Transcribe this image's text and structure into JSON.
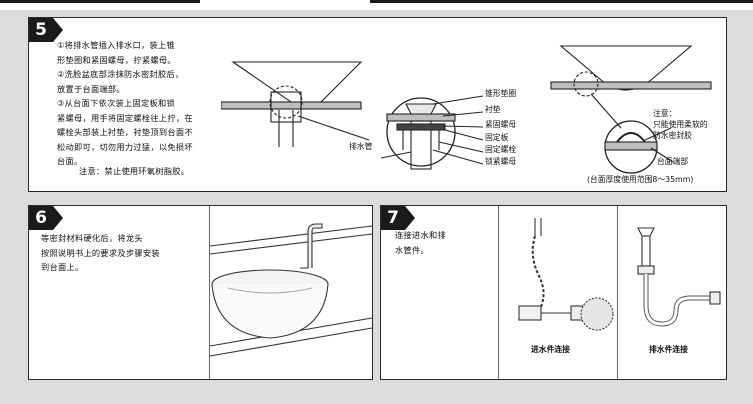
{
  "step5": {
    "number": "5",
    "instructions": "①将排水管插入排水口，装上锥\n形垫圈和紧固螺母，拧紧螺母。\n②洗脸盆底部涂抹防水密封胶后，\n放置于台面端部。\n③从台面下依次装上固定板和锁\n紧螺母，用手将固定螺栓往上拧，在\n螺栓头部装上衬垫，衬垫顶到台面不\n松动即可，切勿用力过猛，以免损坏\n台面。",
    "note": "注意：禁止使用环氧树脂胶。",
    "labels": {
      "cone_washer": "锥形垫圈",
      "liner": "衬垫",
      "fastening_nut": "紧固螺母",
      "fixing_plate": "固定板",
      "fixing_bolt": "固定螺栓",
      "lock_nut": "锁紧螺母",
      "drain_pipe": "排水管",
      "note_right": "注意：\n只能使用柔软的\n防水密封胶",
      "countertop_end": "台面端部",
      "thickness_range": "(台面厚度使用范围8～35mm)"
    }
  },
  "step6": {
    "number": "6",
    "instructions": "等密封材料硬化后，将龙头\n按照说明书上的要求及步骤安装\n到台面上。"
  },
  "step7": {
    "number": "7",
    "instructions": "连接进水和排\n水管件。",
    "caption_inlet": "进水件连接",
    "caption_drain": "排水件连接"
  }
}
